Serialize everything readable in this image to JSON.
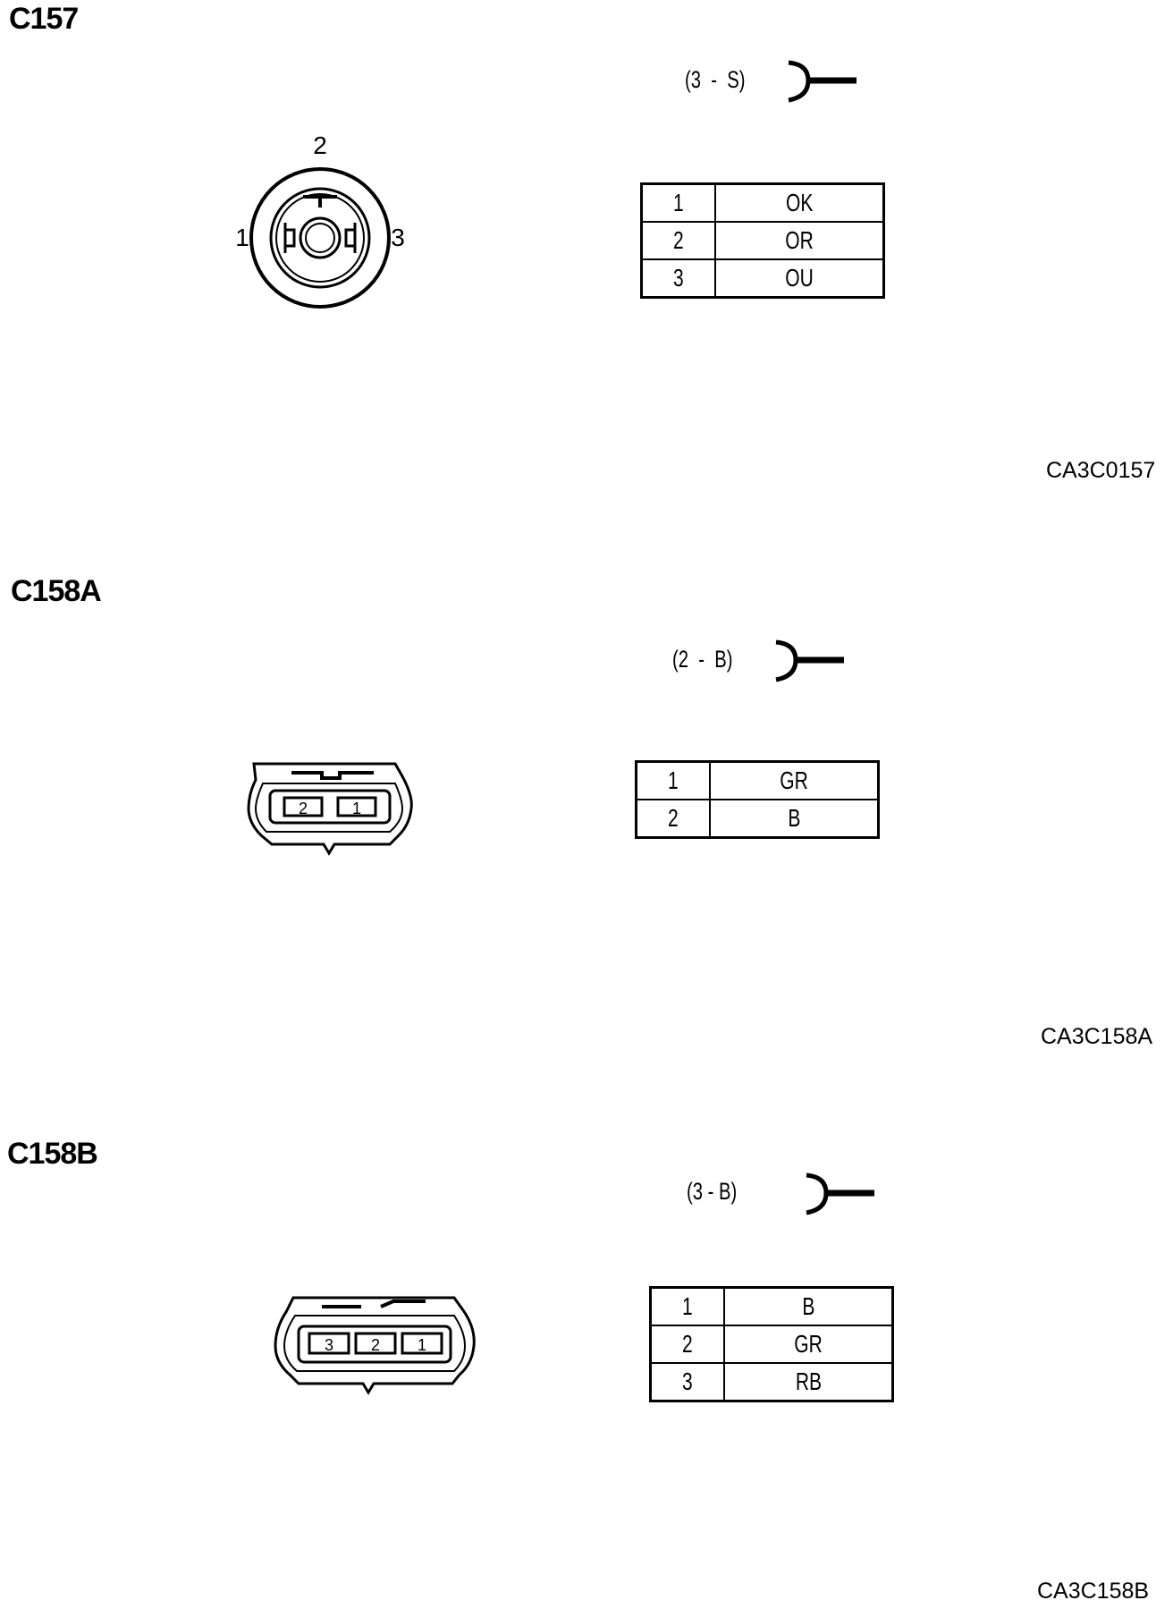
{
  "sections": [
    {
      "title": "C157",
      "spec": "(3  -  S)",
      "code": "CA3C0157",
      "pin_labels": [
        "1",
        "2",
        "3"
      ],
      "pins": [
        {
          "pin": "1",
          "color": "OK"
        },
        {
          "pin": "2",
          "color": "OR"
        },
        {
          "pin": "3",
          "color": "OU"
        }
      ]
    },
    {
      "title": "C158A",
      "spec": "(2  -  B)",
      "code": "CA3C158A",
      "pin_labels": [
        "2",
        "1"
      ],
      "pins": [
        {
          "pin": "1",
          "color": "GR"
        },
        {
          "pin": "2",
          "color": "B"
        }
      ]
    },
    {
      "title": "C158B",
      "spec": "(3 - B)",
      "code": "CA3C158B",
      "pin_labels": [
        "3",
        "2",
        "1"
      ],
      "pins": [
        {
          "pin": "1",
          "color": "B"
        },
        {
          "pin": "2",
          "color": "GR"
        },
        {
          "pin": "3",
          "color": "RB"
        }
      ]
    }
  ]
}
